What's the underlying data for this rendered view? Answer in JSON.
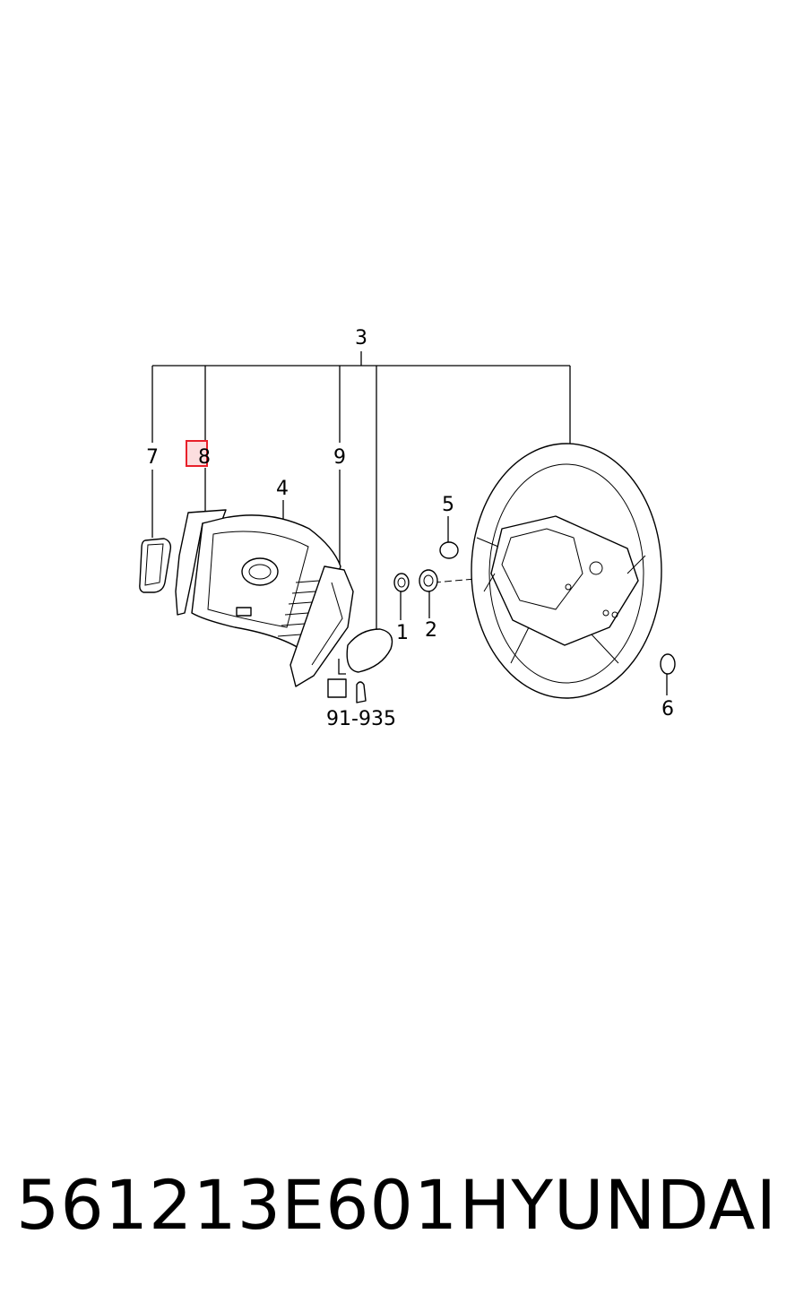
{
  "callouts": {
    "c1": "1",
    "c2": "2",
    "c3": "3",
    "c4": "4",
    "c5": "5",
    "c6": "6",
    "c7": "7",
    "c8": "8",
    "c9": "9",
    "ref": "91-935"
  },
  "footer": {
    "part_number": "561213E601",
    "brand": "HYUNDAI"
  },
  "highlight_color": "#e8202a"
}
